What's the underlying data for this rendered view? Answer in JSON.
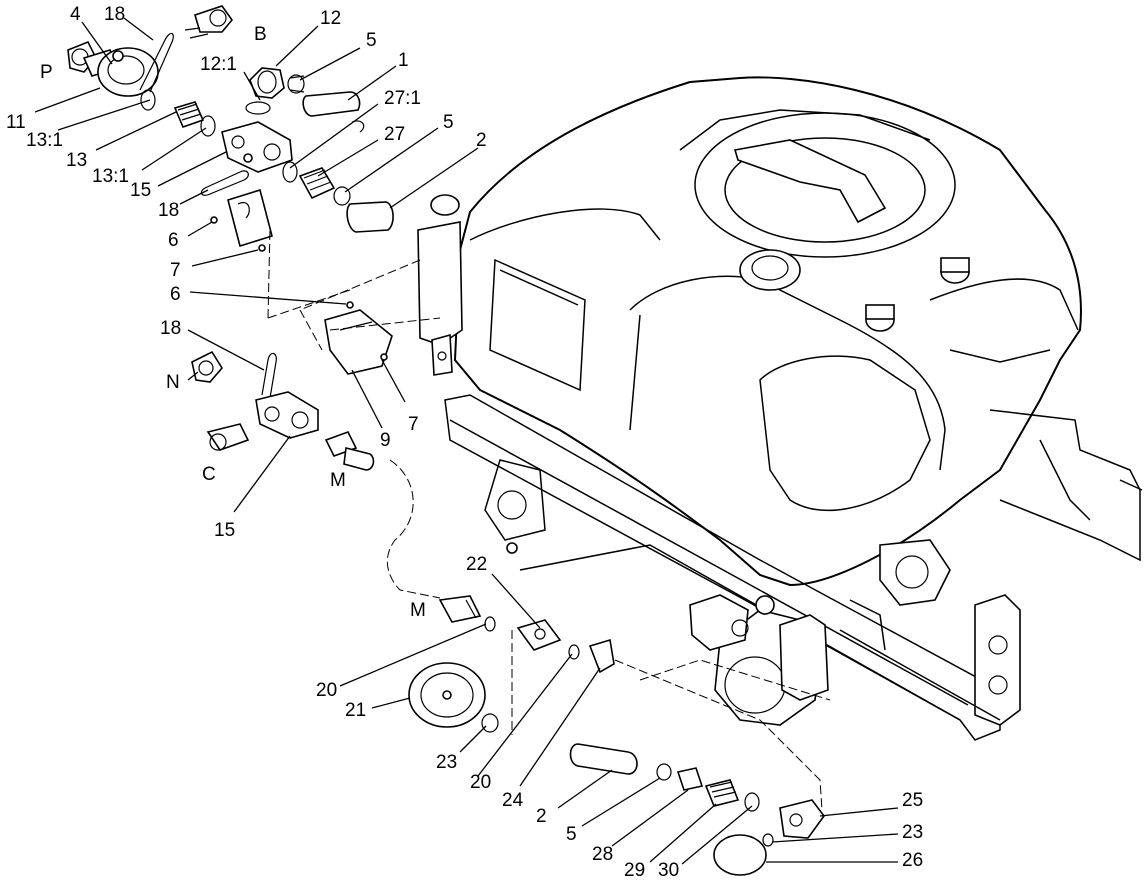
{
  "callouts": {
    "c4": "4",
    "c18a": "18",
    "cB": "B",
    "c12": "12",
    "c5a": "5",
    "cP": "P",
    "c12_1": "12:1",
    "c1": "1",
    "c27_1": "27:1",
    "c11": "11",
    "c13_1a": "13:1",
    "c13": "13",
    "c5b": "5",
    "c27": "27",
    "c2a": "2",
    "c13_1b": "13:1",
    "c15a": "15",
    "c18b": "18",
    "c6a": "6",
    "c7a": "7",
    "c6b": "6",
    "c18c": "18",
    "cN": "N",
    "c9": "9",
    "c7b": "7",
    "cC": "C",
    "cM1": "M",
    "c15b": "15",
    "c22": "22",
    "cM2": "M",
    "c20a": "20",
    "c21": "21",
    "c23a": "23",
    "c20b": "20",
    "c24": "24",
    "c2b": "2",
    "c5c": "5",
    "c28": "28",
    "c29": "29",
    "c30": "30",
    "c25": "25",
    "c23b": "23",
    "c26": "26"
  }
}
